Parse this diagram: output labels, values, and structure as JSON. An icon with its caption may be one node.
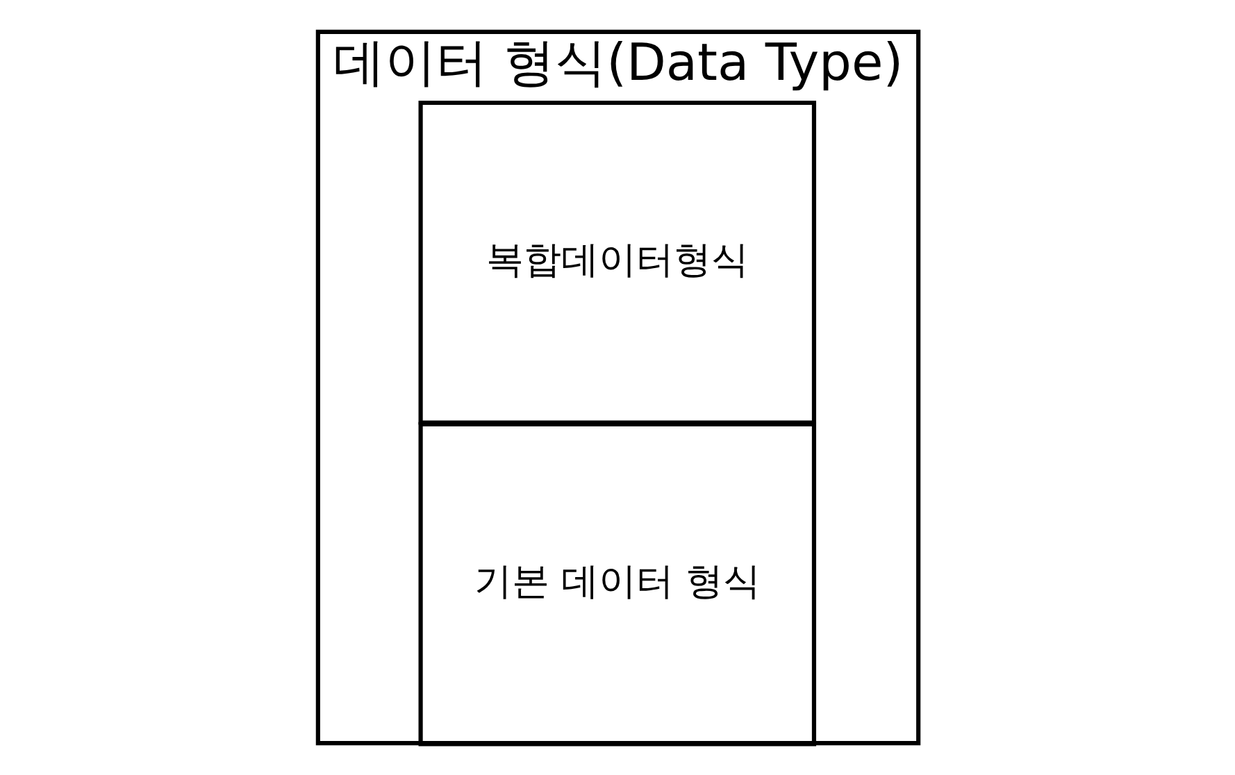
{
  "diagram": {
    "nodes": [
      {
        "text": [
          "데이터 형식(Data Type)"
        ]
      },
      {
        "text": [
          "기본 데이터 형식"
        ],
        "in": 0
      },
      {
        "text": [
          "복합데이터형식"
        ],
        "in": 0
      }
    ]
  }
}
